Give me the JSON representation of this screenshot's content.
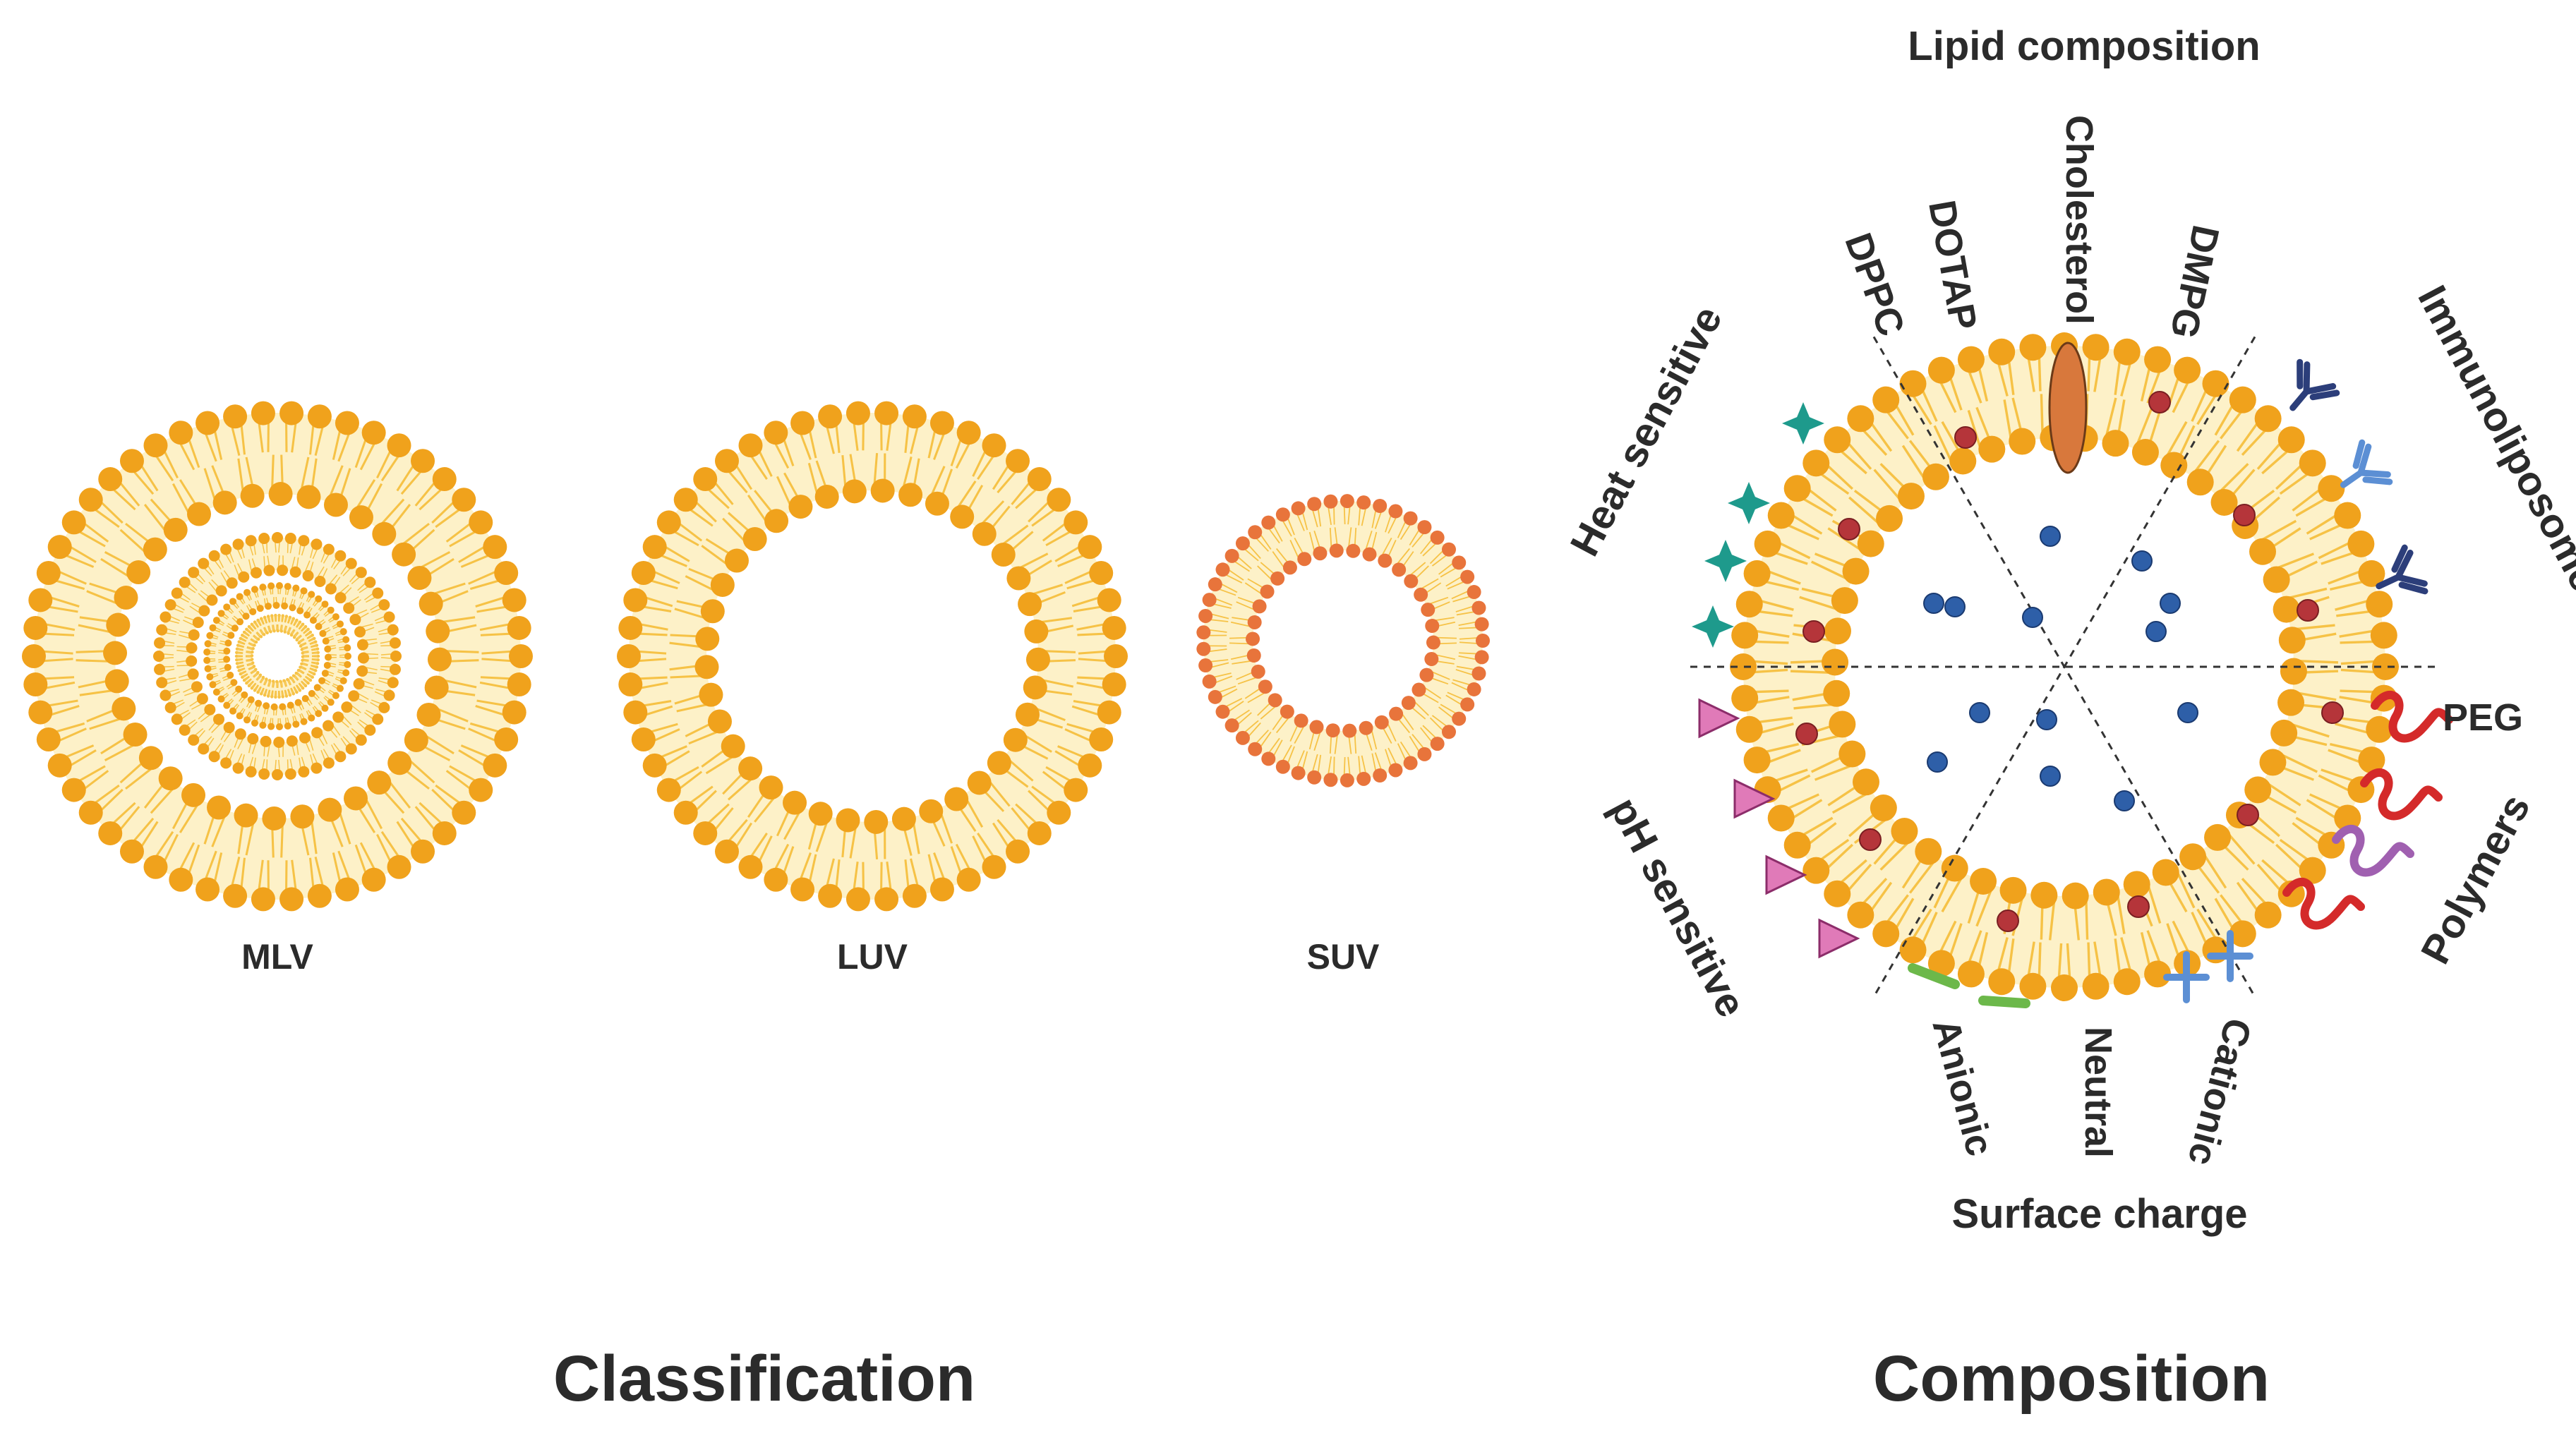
{
  "classification": {
    "title": "Classification",
    "vesicles": [
      {
        "name": "MLV",
        "label": "MLV",
        "bilayers": 4
      },
      {
        "name": "LUV",
        "label": "LUV",
        "bilayers": 1
      },
      {
        "name": "SUV",
        "label": "SUV",
        "bilayers": 1
      }
    ]
  },
  "composition": {
    "title": "Composition",
    "lipid_composition": {
      "header": "Lipid composition",
      "items": [
        "DPPC",
        "DOTAP",
        "Cholesterol",
        "DMPG"
      ]
    },
    "surface_charge": {
      "header": "Surface charge",
      "items": [
        "Anionic",
        "Neutral",
        "Cationic"
      ]
    },
    "sides": {
      "heat_sensitive": "Heat sensitive",
      "immunoliposomes": "Immunoliposomes",
      "peg": "PEG",
      "polymers": "Polymers",
      "ph_sensitive": "pH sensitive"
    }
  },
  "colors": {
    "lipid_head": "#f0a21c",
    "lipid_tail": "#f6c246",
    "suv_head": "#e8743b",
    "membrane_fill": "#fdf1c8",
    "cholesterol": "#d8783c",
    "drug_in_membrane": "#b5353a",
    "drug_in_core": "#2e5fa8",
    "heat_star": "#1e9a8c",
    "ph_triangle": "#e07ab8",
    "antibody_dark": "#2c3e7a",
    "antibody_light": "#5c8fd4",
    "peg": "#d42a2a",
    "polymer": "#a060b0",
    "anionic": "#6cb84a",
    "cationic": "#5c8fd4",
    "text": "#2b2b2b"
  }
}
